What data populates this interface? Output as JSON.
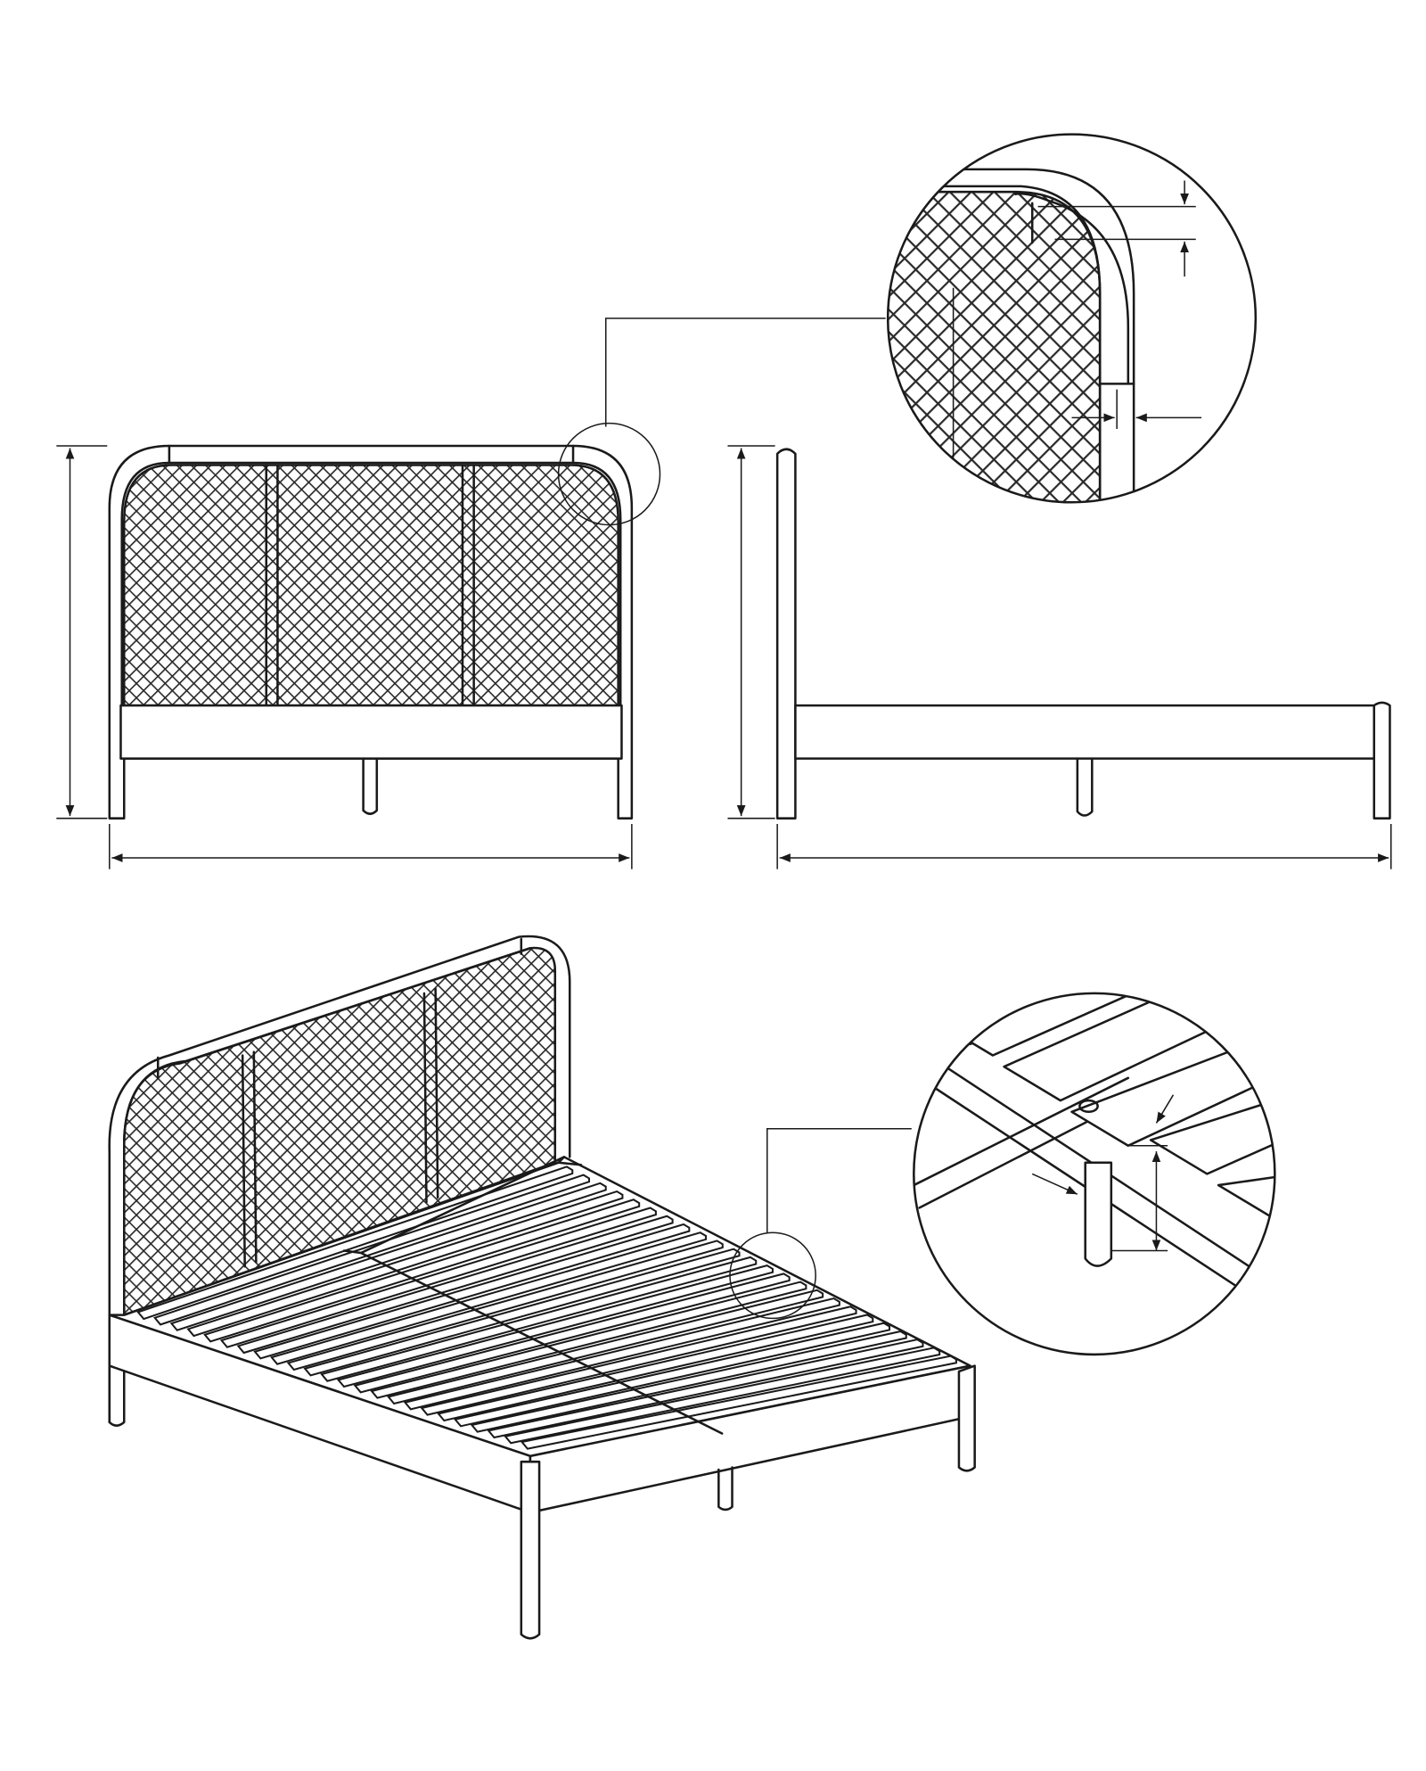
{
  "drawing": {
    "views": [
      "front-elevation",
      "side-elevation",
      "headboard-corner-detail",
      "isometric-view",
      "slat-support-detail"
    ],
    "colors": {
      "line": "#1a1a1a",
      "background": "#ffffff",
      "mesh": "#2a2a2a"
    }
  }
}
